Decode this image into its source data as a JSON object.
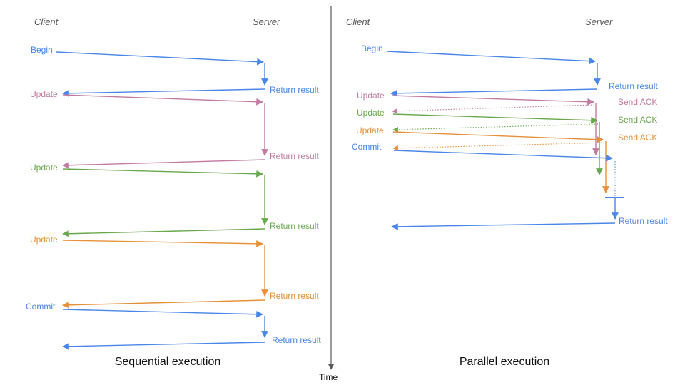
{
  "palette": {
    "blue": "#4a86e8",
    "pink": "#c27ba0",
    "green": "#6aa84f",
    "orange": "#e69138",
    "actor_gray": "#595959",
    "axis_gray": "#595959",
    "title_black": "#111111"
  },
  "diagram_type": "client-server message sequence comparison",
  "left_diagram": {
    "title": "Sequential execution",
    "client_label": "Client",
    "server_label": "Server",
    "messages": [
      {
        "label": "Begin",
        "color": "blue",
        "response": "Return result",
        "response_style": "solid"
      },
      {
        "label": "Update",
        "color": "pink",
        "response": "Return result",
        "response_style": "solid"
      },
      {
        "label": "Update",
        "color": "green",
        "response": "Return result",
        "response_style": "solid"
      },
      {
        "label": "Update",
        "color": "orange",
        "response": "Return result",
        "response_style": "solid"
      },
      {
        "label": "Commit",
        "color": "blue",
        "response": "Return result",
        "response_style": "solid"
      }
    ]
  },
  "right_diagram": {
    "title": "Parallel execution",
    "client_label": "Client",
    "server_label": "Server",
    "messages": [
      {
        "label": "Begin",
        "color": "blue",
        "response": "Return result",
        "response_style": "solid"
      },
      {
        "label": "Update",
        "color": "pink",
        "response": "Send ACK",
        "response_style": "dotted"
      },
      {
        "label": "Update",
        "color": "green",
        "response": "Send ACK",
        "response_style": "dotted"
      },
      {
        "label": "Update",
        "color": "orange",
        "response": "Send ACK",
        "response_style": "dotted"
      },
      {
        "label": "Commit",
        "color": "blue",
        "response": "Return result",
        "response_style": "solid"
      }
    ]
  },
  "time_axis": {
    "label": "Time"
  }
}
